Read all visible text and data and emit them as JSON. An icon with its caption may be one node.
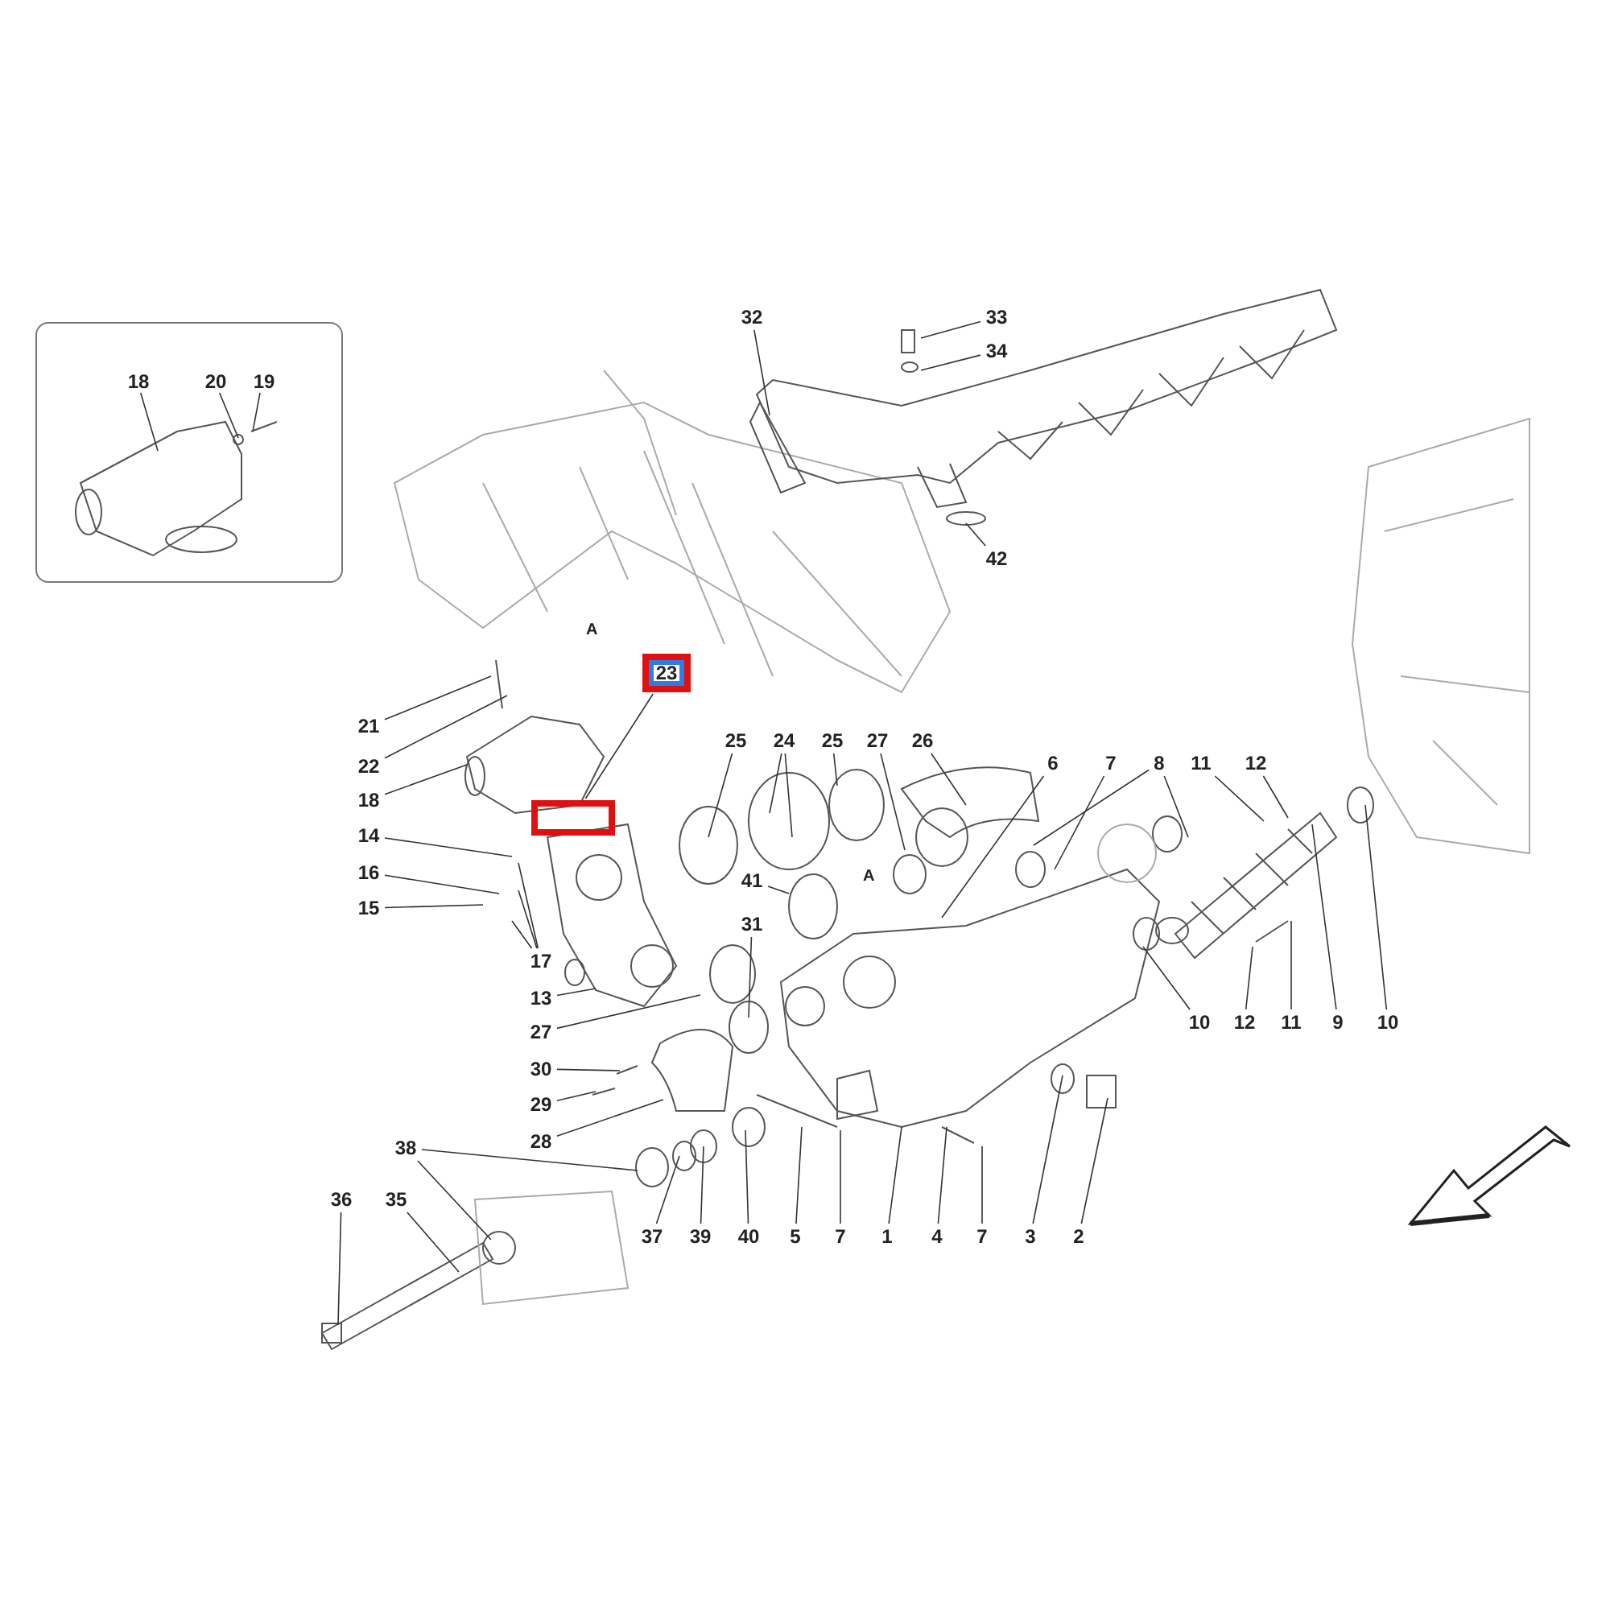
{
  "diagram": {
    "nodes": [
      {
        "text": [],
        "shape": "box"
      },
      {
        "text": [
          "18"
        ],
        "in": 0
      },
      {
        "text": [
          "20"
        ],
        "in": 0
      },
      {
        "text": [
          "19"
        ],
        "in": 0
      },
      {
        "text": [
          "32"
        ]
      },
      {
        "text": [
          "33"
        ]
      },
      {
        "text": [
          "34"
        ]
      },
      {
        "text": [
          "42"
        ]
      },
      {
        "text": [
          "23"
        ]
      },
      {
        "text": [],
        "shape": "box"
      },
      {
        "text": [
          "21"
        ]
      },
      {
        "text": [
          "22"
        ]
      },
      {
        "text": [
          "18"
        ]
      },
      {
        "text": [
          "14"
        ]
      },
      {
        "text": [
          "16"
        ]
      },
      {
        "text": [
          "15"
        ]
      },
      {
        "text": [
          "17"
        ]
      },
      {
        "text": [
          "13"
        ]
      },
      {
        "text": [
          "27"
        ]
      },
      {
        "text": [
          "30"
        ]
      },
      {
        "text": [
          "29"
        ]
      },
      {
        "text": [
          "28"
        ]
      },
      {
        "text": [
          "38"
        ]
      },
      {
        "text": [
          "36"
        ]
      },
      {
        "text": [
          "35"
        ]
      },
      {
        "text": [
          "37"
        ]
      },
      {
        "text": [
          "39"
        ]
      },
      {
        "text": [
          "40"
        ]
      },
      {
        "text": [
          "5"
        ]
      },
      {
        "text": [
          "7"
        ]
      },
      {
        "text": [
          "1"
        ]
      },
      {
        "text": [
          "4"
        ]
      },
      {
        "text": [
          "7"
        ]
      },
      {
        "text": [
          "3"
        ]
      },
      {
        "text": [
          "2"
        ]
      },
      {
        "text": [
          "25"
        ]
      },
      {
        "text": [
          "24"
        ]
      },
      {
        "text": [
          "25"
        ]
      },
      {
        "text": [
          "27"
        ]
      },
      {
        "text": [
          "26"
        ]
      },
      {
        "text": [
          "6"
        ]
      },
      {
        "text": [
          "7"
        ]
      },
      {
        "text": [
          "8"
        ]
      },
      {
        "text": [
          "11"
        ]
      },
      {
        "text": [
          "12"
        ]
      },
      {
        "text": [
          "41"
        ]
      },
      {
        "text": [
          "31"
        ]
      },
      {
        "text": [
          "10"
        ]
      },
      {
        "text": [
          "12"
        ]
      },
      {
        "text": [
          "11"
        ]
      },
      {
        "text": [
          "9"
        ]
      },
      {
        "text": [
          "10"
        ]
      }
    ],
    "edges": [
      {
        "from": 1,
        "to": null,
        "arrow": "none"
      },
      {
        "from": 2,
        "to": null,
        "arrow": "none"
      },
      {
        "from": 3,
        "to": null,
        "arrow": "none"
      },
      {
        "from": 4,
        "to": null,
        "arrow": "none"
      },
      {
        "from": 5,
        "to": null,
        "arrow": "none"
      },
      {
        "from": 6,
        "to": null,
        "arrow": "none"
      },
      {
        "from": 7,
        "to": null,
        "arrow": "none"
      },
      {
        "from": 8,
        "to": 9,
        "arrow": "none"
      },
      {
        "from": 10,
        "to": null,
        "arrow": "none"
      },
      {
        "from": 11,
        "to": null,
        "arrow": "none"
      },
      {
        "from": 12,
        "to": null,
        "arrow": "none"
      },
      {
        "from": 13,
        "to": null,
        "arrow": "none"
      },
      {
        "from": 14,
        "to": null,
        "arrow": "none"
      },
      {
        "from": 15,
        "to": null,
        "arrow": "none"
      },
      {
        "from": 16,
        "to": null,
        "arrow": "none"
      },
      {
        "from": 16,
        "to": null,
        "arrow": "none"
      },
      {
        "from": 16,
        "to": null,
        "arrow": "none"
      },
      {
        "from": 17,
        "to": null,
        "arrow": "none"
      },
      {
        "from": 18,
        "to": null,
        "arrow": "none"
      },
      {
        "from": 19,
        "to": null,
        "arrow": "none"
      },
      {
        "from": 20,
        "to": null,
        "arrow": "none"
      },
      {
        "from": 21,
        "to": null,
        "arrow": "none"
      },
      {
        "from": 22,
        "to": null,
        "arrow": "none"
      },
      {
        "from": 22,
        "to": null,
        "arrow": "none"
      },
      {
        "from": 23,
        "to": null,
        "arrow": "none"
      },
      {
        "from": 24,
        "to": null,
        "arrow": "none"
      },
      {
        "from": 25,
        "to": null,
        "arrow": "none"
      },
      {
        "from": 26,
        "to": null,
        "arrow": "none"
      },
      {
        "from": 27,
        "to": null,
        "arrow": "none"
      },
      {
        "from": 28,
        "to": null,
        "arrow": "none"
      },
      {
        "from": 29,
        "to": null,
        "arrow": "none"
      },
      {
        "from": 30,
        "to": null,
        "arrow": "none"
      },
      {
        "from": 31,
        "to": null,
        "arrow": "none"
      },
      {
        "from": 32,
        "to": null,
        "arrow": "none"
      },
      {
        "from": 33,
        "to": null,
        "arrow": "none"
      },
      {
        "from": 34,
        "to": null,
        "arrow": "none"
      },
      {
        "from": 35,
        "to": null,
        "arrow": "none"
      },
      {
        "from": 36,
        "to": null,
        "arrow": "none"
      },
      {
        "from": 36,
        "to": null,
        "arrow": "none"
      },
      {
        "from": 37,
        "to": null,
        "arrow": "none"
      },
      {
        "from": 38,
        "to": null,
        "arrow": "none"
      },
      {
        "from": 39,
        "to": null,
        "arrow": "none"
      },
      {
        "from": 40,
        "to": null,
        "arrow": "none"
      },
      {
        "from": 41,
        "to": null,
        "arrow": "none"
      },
      {
        "from": 42,
        "to": null,
        "arrow": "none"
      },
      {
        "from": 42,
        "to": null,
        "arrow": "none"
      },
      {
        "from": 43,
        "to": null,
        "arrow": "none"
      },
      {
        "from": 44,
        "to": null,
        "arrow": "none"
      },
      {
        "from": 45,
        "to": null,
        "arrow": "none"
      },
      {
        "from": 46,
        "to": null,
        "arrow": "none"
      },
      {
        "from": 47,
        "to": null,
        "arrow": "none"
      },
      {
        "from": 48,
        "to": null,
        "arrow": "none"
      },
      {
        "from": 49,
        "to": null,
        "arrow": "none"
      },
      {
        "from": 50,
        "to": null,
        "arrow": "none"
      },
      {
        "from": 51,
        "to": null,
        "arrow": "none"
      }
    ],
    "labels": [
      "A",
      "A"
    ]
  }
}
